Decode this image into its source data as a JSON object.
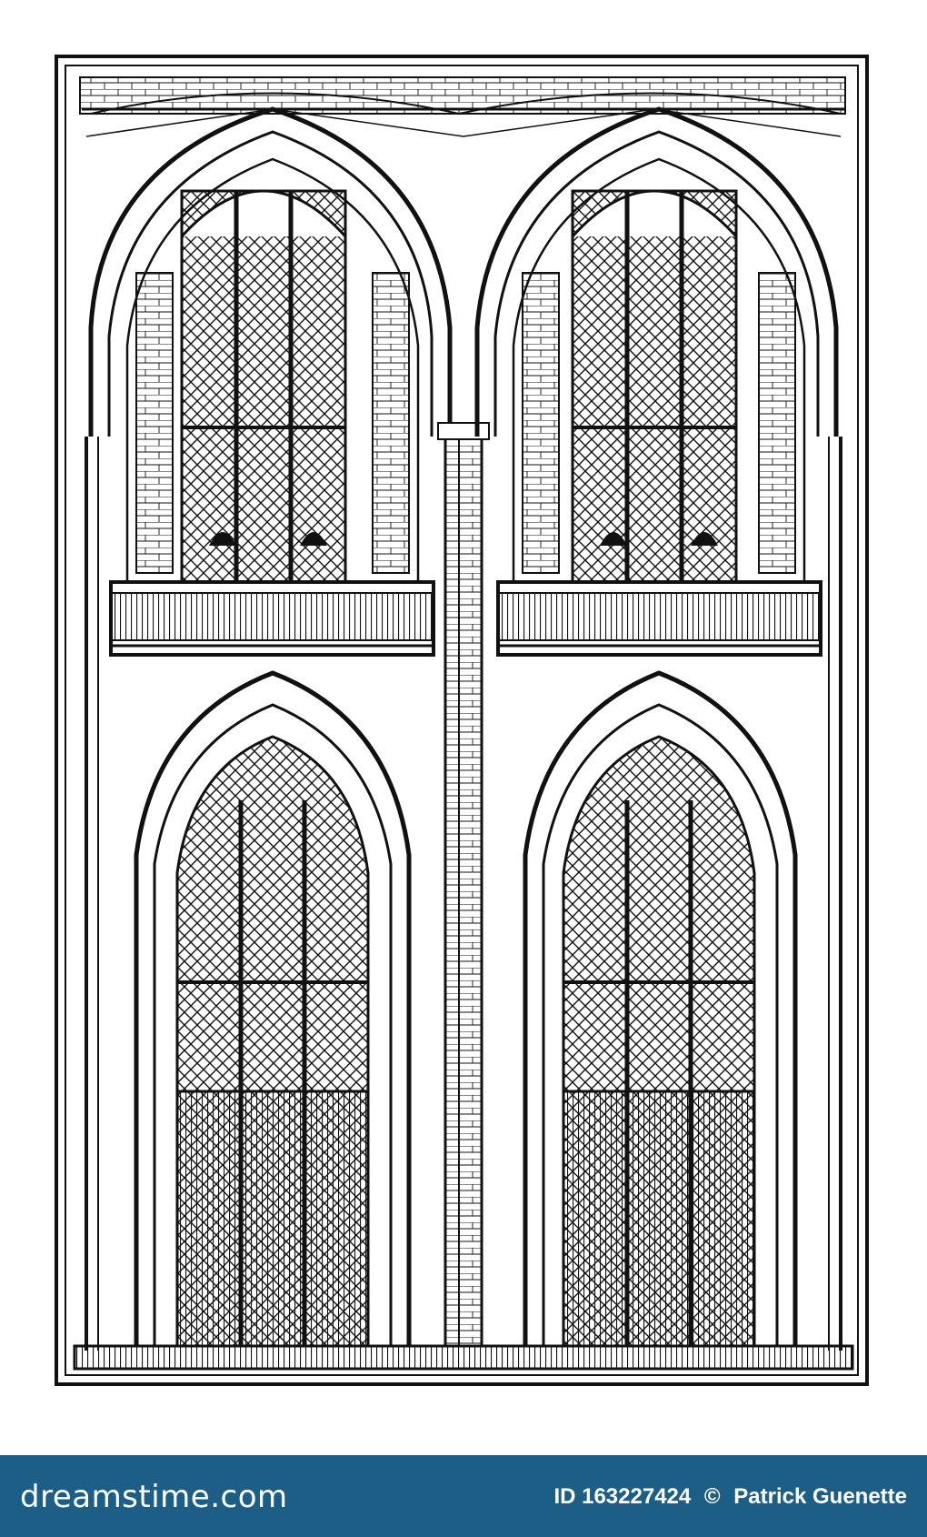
{
  "footer": {
    "logo_text": "dreamstime.com",
    "stock_id": "ID 163227424",
    "copyright_symbol": "©",
    "author": "Patrick Guenette"
  },
  "colors": {
    "footer_background": "#1d5e86",
    "footer_text": "#ffffff",
    "line_art": "#111111",
    "paper": "#ffffff"
  },
  "artwork": {
    "subject": "gothic-double-window-engraving",
    "icon_names": [
      "pointed-arch-icon",
      "tracery-window-icon",
      "balustrade-icon",
      "column-icon"
    ]
  }
}
